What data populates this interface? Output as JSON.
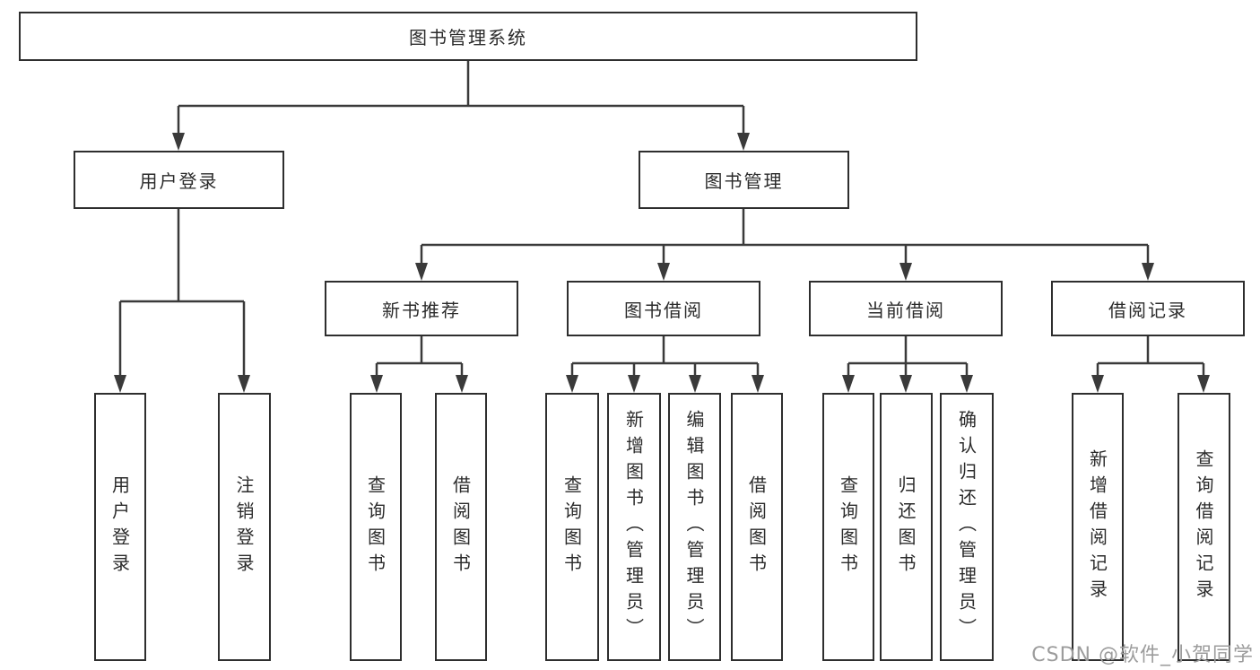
{
  "diagram": {
    "root": {
      "label": "图书管理系统"
    },
    "branches": [
      {
        "label": "用户登录",
        "children": [
          {
            "label": "用户登录"
          },
          {
            "label": "注销登录"
          }
        ]
      },
      {
        "label": "图书管理",
        "children": [
          {
            "label": "新书推荐",
            "children": [
              {
                "label": "查询图书"
              },
              {
                "label": "借阅图书"
              }
            ]
          },
          {
            "label": "图书借阅",
            "children": [
              {
                "label": "查询图书"
              },
              {
                "label": "新增图书（管理员）"
              },
              {
                "label": "编辑图书（管理员）"
              },
              {
                "label": "借阅图书"
              }
            ]
          },
          {
            "label": "当前借阅",
            "children": [
              {
                "label": "查询图书"
              },
              {
                "label": "归还图书"
              },
              {
                "label": "确认归还（管理员）"
              }
            ]
          },
          {
            "label": "借阅记录",
            "children": [
              {
                "label": "新增借阅记录"
              },
              {
                "label": "查询借阅记录"
              }
            ]
          }
        ]
      }
    ]
  },
  "watermark": {
    "text": "CSDN @软件_小贺同学"
  },
  "colors": {
    "line": "#3a3a3a",
    "box_border": "#2e2e2e",
    "box_fill": "#ffffff",
    "text": "#2b2b2b",
    "watermark": "#9c9c9c",
    "background": "#ffffff"
  }
}
